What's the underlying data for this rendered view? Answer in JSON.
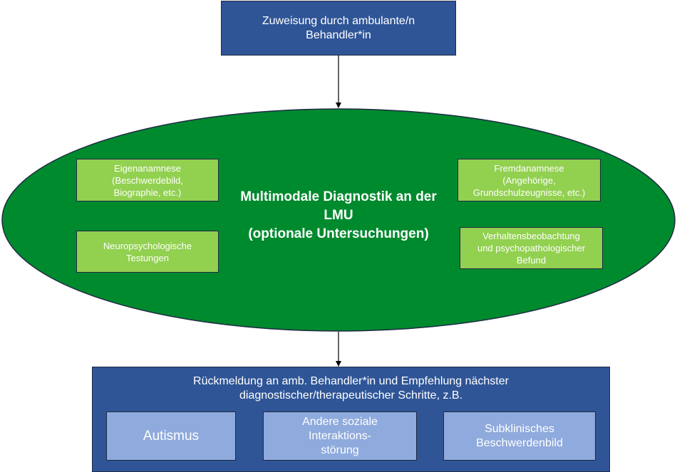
{
  "top": {
    "text": "Zuweisung durch ambulante/n\nBehandler*in"
  },
  "center": {
    "title": "Multimodale Diagnostik an der\nLMU\n(optionale Untersuchungen)"
  },
  "methods": {
    "eigenanamnese": "Eigenanamnese\n(Beschwerdebild,\nBiographie, etc.)",
    "fremdanamnese": "Fremdanamnese\n(Angehörige,\nGrundschulzeugnisse, etc.)",
    "neuropsychologie": "Neuropsychologische\nTestungen",
    "verhalten": "Verhaltensbeobachtung\nund psychopathologischer\nBefund"
  },
  "bottom": {
    "title": "Rückmeldung an amb. Behandler*in und Empfehlung nächster\ndiagnostischer/therapeutischer Schritte, z.B.",
    "outcomes": [
      "Autismus",
      "Andere soziale\nInteraktions-\nstörung",
      "Subklinisches\nBeschwerdenbild"
    ]
  },
  "colors": {
    "dark_blue": "#2f5597",
    "light_blue": "#8faadc",
    "ellipse_green": "#008a2e",
    "box_green": "#92d050"
  }
}
